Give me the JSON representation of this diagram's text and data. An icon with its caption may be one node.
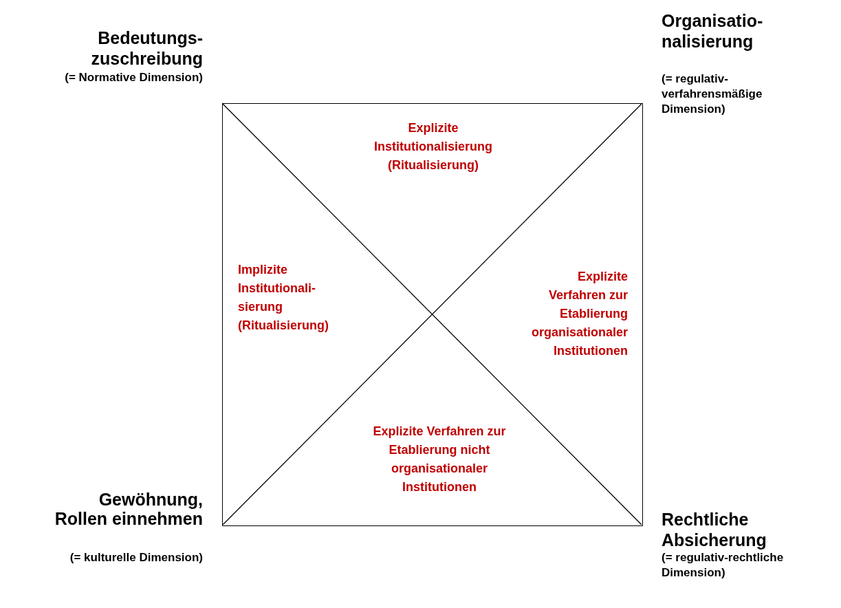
{
  "diagram": {
    "nodes": [
      {
        "text": [],
        "shape": "box"
      },
      {
        "text": [
          "Explizite Institutionalisierung (Ritualisierung)"
        ],
        "in": 0
      },
      {
        "text": [
          "Implizite Institutionali- sierung (Ritualisierung)"
        ],
        "in": 0
      },
      {
        "text": [
          "Explizite Verfahren zur Etablierung organisationaler Institutionen"
        ],
        "in": 0
      },
      {
        "text": [
          "Explizite Verfahren zur Etablierung nicht organisationaler Institutionen"
        ],
        "in": 0
      }
    ],
    "edges": [],
    "labels": [
      "Bedeutungs- zuschreibung",
      "(= Normative Dimension)",
      "Organisatio- nalisierung",
      "(= regulativ- verfahrensmäßige Dimension)",
      "Gewöhnung, Rollen einnehmen",
      "(= kulturelle Dimension)",
      "Rechtliche Absicherung",
      "(= regulativ-rechtliche Dimension)"
    ]
  }
}
